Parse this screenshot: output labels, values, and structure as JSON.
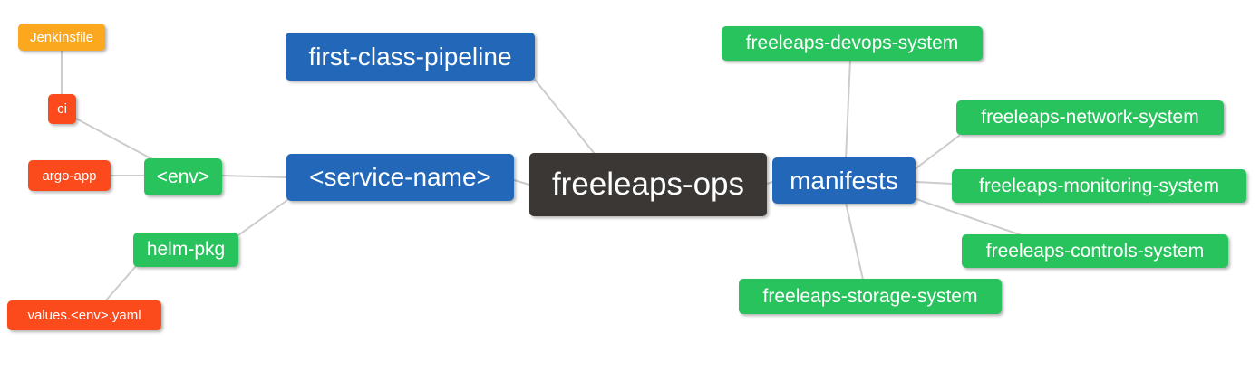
{
  "diagram": {
    "title": "freeleaps-ops repository mind map",
    "colors": {
      "orange": "#fba81f",
      "red": "#fb4b1d",
      "green": "#29c35e",
      "blue": "#2368b8",
      "dark": "#3b3735",
      "edge": "#cccccc",
      "background": "#ffffff",
      "text": "#ffffff"
    },
    "nodes": {
      "freeleaps_ops": {
        "label": "freeleaps-ops",
        "color": "#3b3735",
        "level": "root"
      },
      "first_class_pipeline": {
        "label": "first-class-pipeline",
        "color": "#2368b8",
        "level": "branch"
      },
      "service_name": {
        "label": "<service-name>",
        "color": "#2368b8",
        "level": "branch"
      },
      "manifests": {
        "label": "manifests",
        "color": "#2368b8",
        "level": "branch"
      },
      "env": {
        "label": "<env>",
        "color": "#29c35e",
        "level": "sub"
      },
      "helm_pkg": {
        "label": "helm-pkg",
        "color": "#29c35e",
        "level": "sub"
      },
      "ci": {
        "label": "ci",
        "color": "#fb4b1d",
        "level": "leaf"
      },
      "argo_app": {
        "label": "argo-app",
        "color": "#fb4b1d",
        "level": "leaf"
      },
      "values_env_yaml": {
        "label": "values.<env>.yaml",
        "color": "#fb4b1d",
        "level": "leaf"
      },
      "jenkinsfile": {
        "label": "Jenkinsfile",
        "color": "#fba81f",
        "level": "leaf"
      },
      "devops_system": {
        "label": "freeleaps-devops-system",
        "color": "#29c35e",
        "level": "sub"
      },
      "network_system": {
        "label": "freeleaps-network-system",
        "color": "#29c35e",
        "level": "sub"
      },
      "monitoring_system": {
        "label": "freeleaps-monitoring-system",
        "color": "#29c35e",
        "level": "sub"
      },
      "controls_system": {
        "label": "freeleaps-controls-system",
        "color": "#29c35e",
        "level": "sub"
      },
      "storage_system": {
        "label": "freeleaps-storage-system",
        "color": "#29c35e",
        "level": "sub"
      }
    },
    "edges": [
      {
        "from": "jenkinsfile",
        "to": "ci"
      },
      {
        "from": "ci",
        "to": "env"
      },
      {
        "from": "argo_app",
        "to": "env"
      },
      {
        "from": "env",
        "to": "service_name"
      },
      {
        "from": "helm_pkg",
        "to": "service_name"
      },
      {
        "from": "values_env_yaml",
        "to": "helm_pkg"
      },
      {
        "from": "first_class_pipeline",
        "to": "freeleaps_ops"
      },
      {
        "from": "service_name",
        "to": "freeleaps_ops"
      },
      {
        "from": "freeleaps_ops",
        "to": "manifests"
      },
      {
        "from": "manifests",
        "to": "devops_system"
      },
      {
        "from": "manifests",
        "to": "network_system"
      },
      {
        "from": "manifests",
        "to": "monitoring_system"
      },
      {
        "from": "manifests",
        "to": "controls_system"
      },
      {
        "from": "manifests",
        "to": "storage_system"
      }
    ]
  }
}
